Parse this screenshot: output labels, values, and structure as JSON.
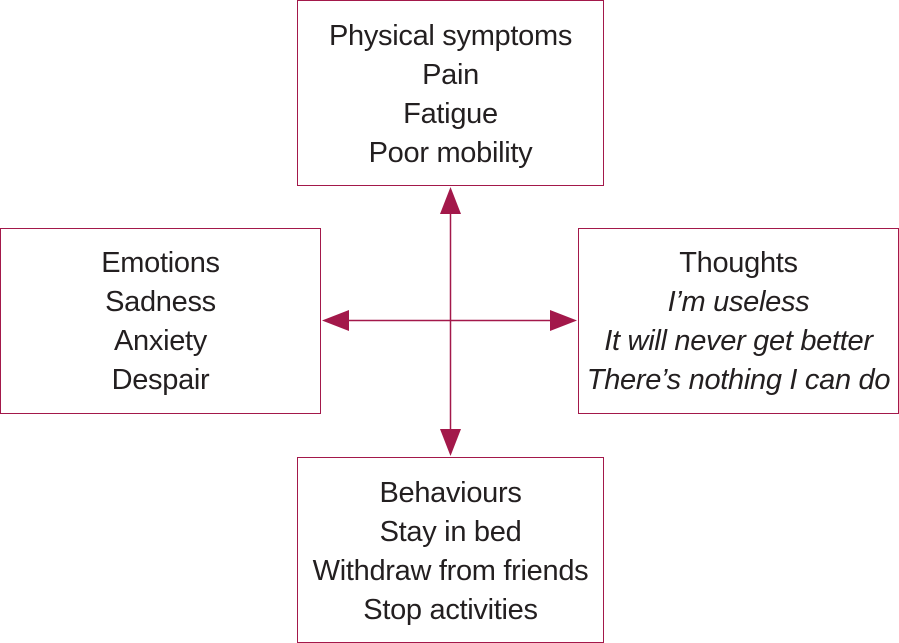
{
  "colors": {
    "accent": "#a3184a",
    "text": "#231f20",
    "background": "#ffffff"
  },
  "boxes": {
    "physical": {
      "title": "Physical symptoms",
      "items": [
        "Pain",
        "Fatigue",
        "Poor mobility"
      ]
    },
    "emotions": {
      "title": "Emotions",
      "items": [
        "Sadness",
        "Anxiety",
        "Despair"
      ]
    },
    "thoughts": {
      "title": "Thoughts",
      "items": [
        "I’m useless",
        "It will never get better",
        "There’s nothing I can do"
      ]
    },
    "behaviours": {
      "title": "Behaviours",
      "items": [
        "Stay in bed",
        "Withdraw from friends",
        "Stop activities"
      ]
    }
  }
}
